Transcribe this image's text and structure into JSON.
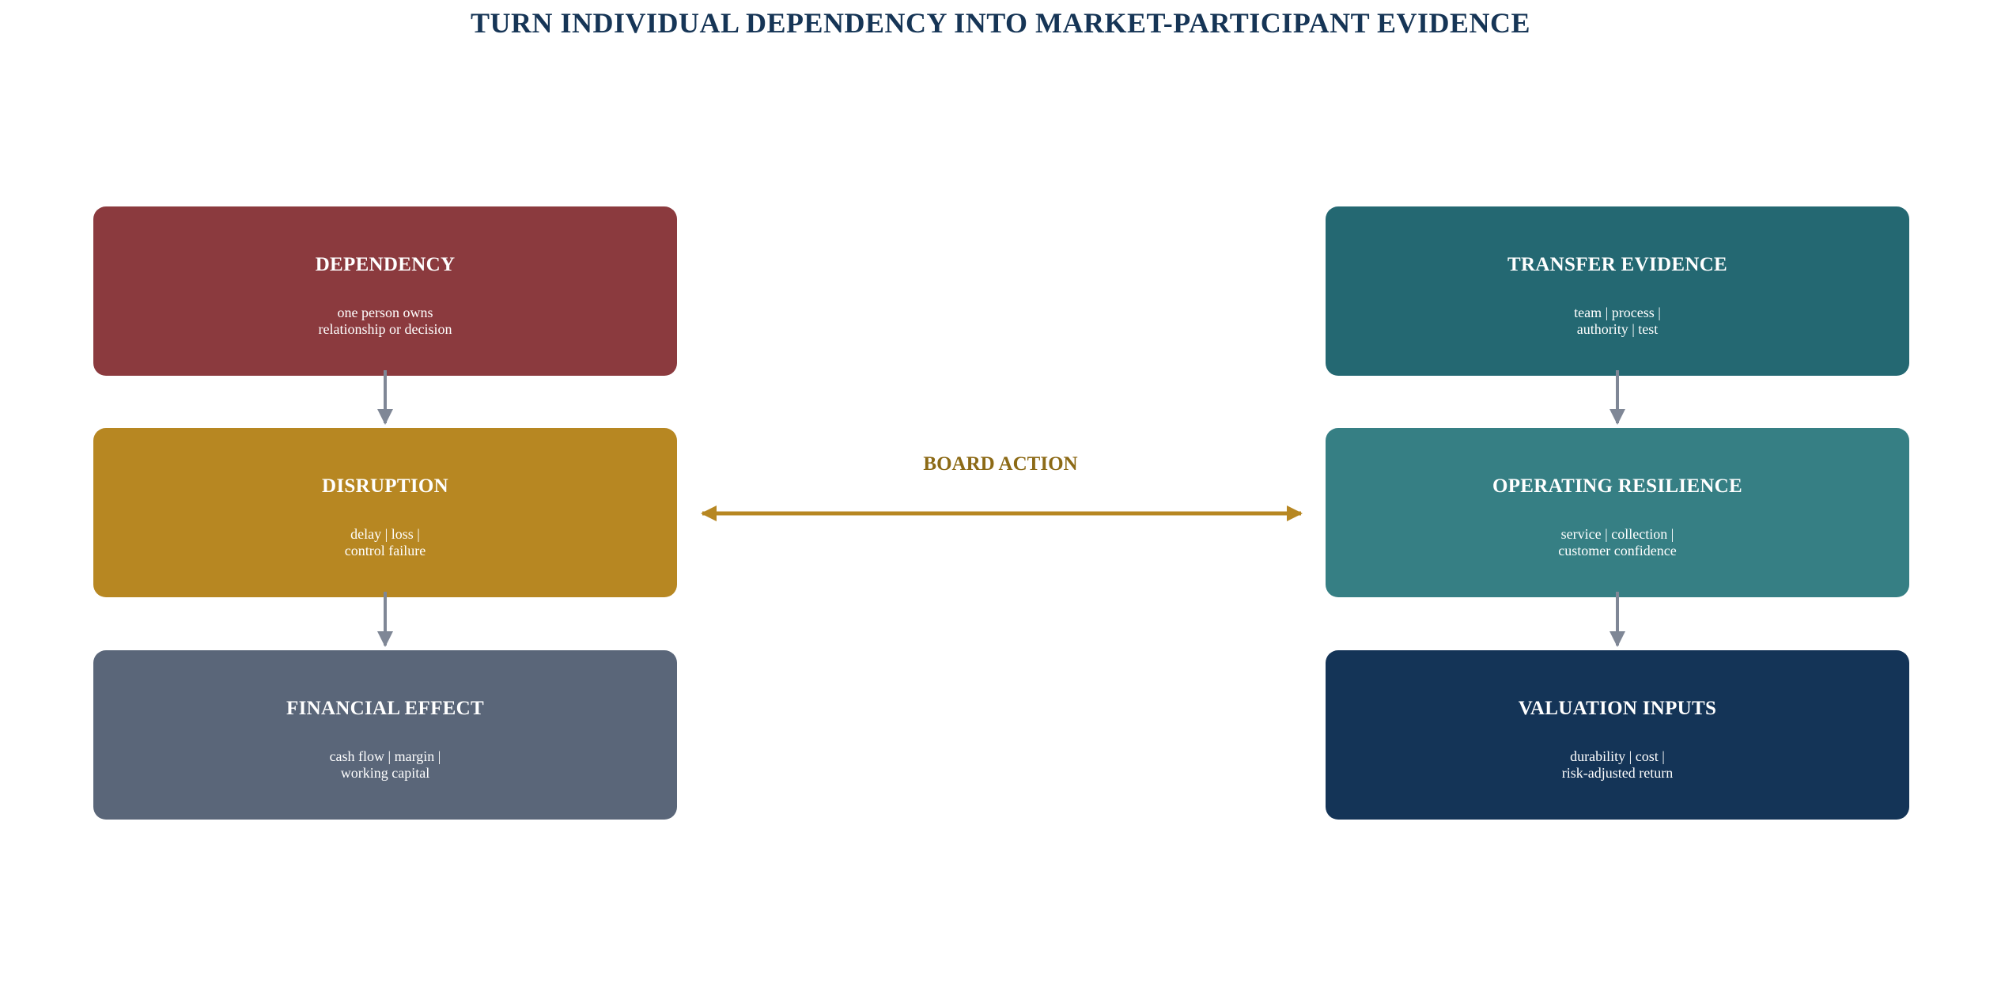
{
  "title": "TURN INDIVIDUAL DEPENDENCY INTO MARKET-PARTICIPANT EVIDENCE",
  "colors": {
    "title": "#163556",
    "dependency": "#8b3a3e",
    "disruption": "#b78722",
    "financial_effect": "#5a6679",
    "transfer_evidence": "#246872",
    "operating_resilience": "#367f84",
    "valuation_inputs": "#143457",
    "connector": "#7f8796",
    "board_action": "#b78722"
  },
  "left_chain": [
    {
      "title": "DEPENDENCY",
      "lines": [
        "one person owns",
        "relationship or decision"
      ]
    },
    {
      "title": "DISRUPTION",
      "lines": [
        "delay | loss |",
        "control failure"
      ]
    },
    {
      "title": "FINANCIAL EFFECT",
      "lines": [
        "cash flow | margin |",
        "working capital"
      ]
    }
  ],
  "right_chain": [
    {
      "title": "TRANSFER EVIDENCE",
      "lines": [
        "team | process |",
        "authority | test"
      ]
    },
    {
      "title": "OPERATING RESILIENCE",
      "lines": [
        "service | collection |",
        "customer confidence"
      ]
    },
    {
      "title": "VALUATION INPUTS",
      "lines": [
        "durability | cost |",
        "risk-adjusted return"
      ]
    }
  ],
  "board_action": {
    "label": "BOARD ACTION"
  }
}
